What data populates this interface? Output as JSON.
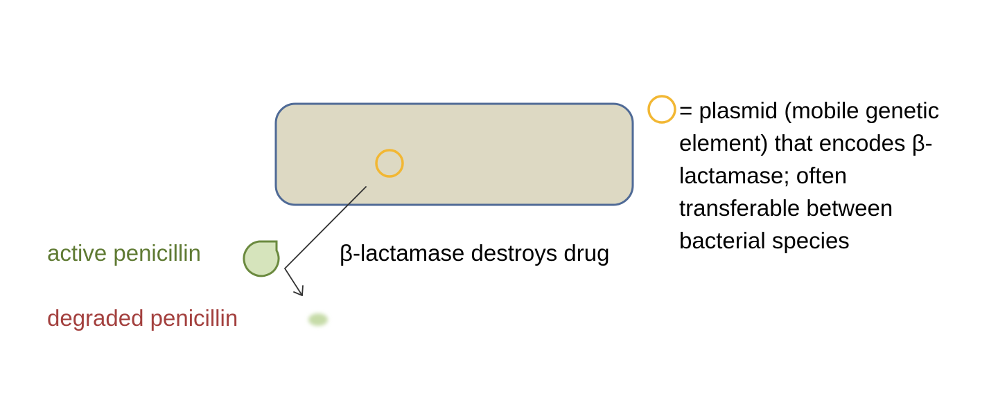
{
  "colors": {
    "cell_fill": "#ddd9c3",
    "cell_stroke": "#4f6a96",
    "plasmid": "#f2b733",
    "penicillin_fill": "#d6e4bc",
    "penicillin_stroke": "#6b8a3f",
    "degraded_fill": "#c6dba8",
    "active_text": "#5f7a33",
    "degraded_text": "#a3403e",
    "arrow": "#333333"
  },
  "labels": {
    "active_penicillin": "active penicillin",
    "degraded_penicillin": "degraded penicillin",
    "action": "β-lactamase destroys drug"
  },
  "legend": {
    "symbol": "plasmid-icon",
    "lines": [
      "= plasmid (mobile genetic",
      "element) that encodes β-",
      "lactamase; often",
      "transferable between",
      "bacterial species"
    ]
  }
}
